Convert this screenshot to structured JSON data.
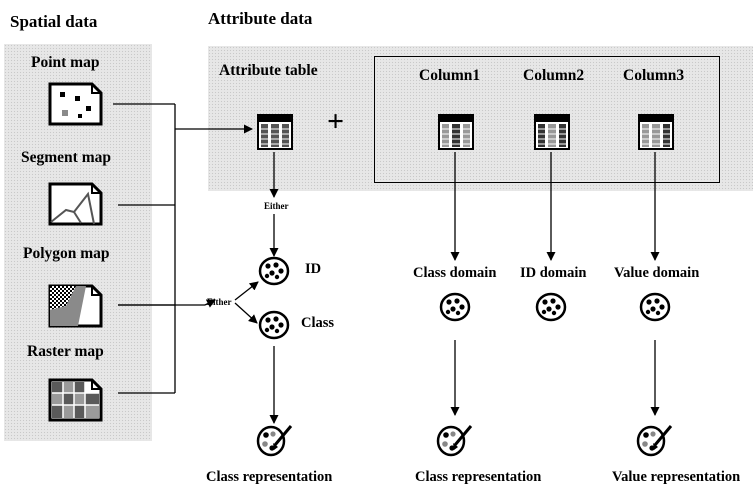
{
  "headings": {
    "spatial": "Spatial data",
    "attribute": "Attribute data"
  },
  "maps": {
    "point": "Point map",
    "segment": "Segment map",
    "polygon": "Polygon map",
    "raster": "Raster map"
  },
  "attribute_table": "Attribute table",
  "plus": "+",
  "columns": [
    "Column1",
    "Column2",
    "Column3"
  ],
  "either_top": "Either",
  "either_left": "Either",
  "id_label": "ID",
  "class_label": "Class",
  "domains": {
    "class": "Class domain",
    "id": "ID domain",
    "value": "Value domain"
  },
  "representations": {
    "left": "Class representation",
    "middle": "Class representation",
    "right": "Value representation"
  },
  "icons": [
    "point-map-icon",
    "segment-map-icon",
    "polygon-map-icon",
    "raster-map-icon",
    "table-icon",
    "domain-icon",
    "representation-icon"
  ]
}
